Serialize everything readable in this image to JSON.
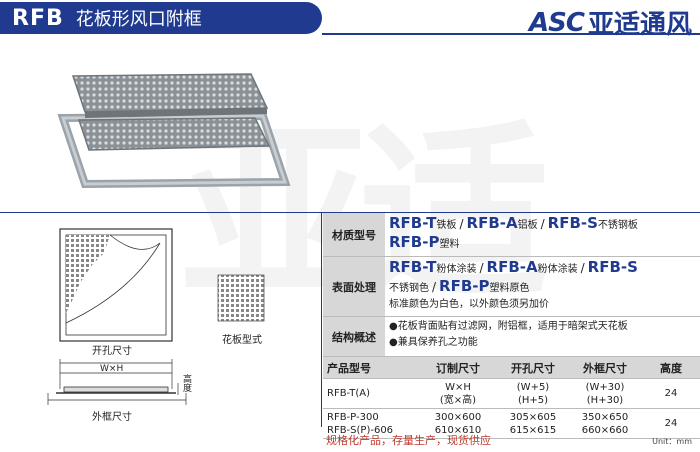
{
  "header": {
    "code": "RFB",
    "name": "花板形风口附框",
    "brand_logo": "ASC",
    "brand_name": "亚适通风"
  },
  "watermark": "亚适",
  "drawing": {
    "hole_label": "开孔尺寸",
    "hole_formula": "W×H",
    "height_label": "高度",
    "frame_label": "外框尺寸",
    "pattern_label": "花板型式"
  },
  "specs": {
    "material": {
      "label": "材质型号",
      "items": [
        {
          "code": "RFB-T",
          "desc": "铁板"
        },
        {
          "code": "RFB-A",
          "desc": "铝板"
        },
        {
          "code": "RFB-S",
          "desc": "不锈钢板"
        },
        {
          "code": "RFB-P",
          "desc": "塑料"
        }
      ]
    },
    "surface": {
      "label": "表面处理",
      "items": [
        {
          "code": "RFB-T",
          "desc": "粉体涂装"
        },
        {
          "code": "RFB-A",
          "desc": "粉体涂装"
        },
        {
          "code": "RFB-S",
          "desc": "不锈钢色"
        },
        {
          "code": "RFB-P",
          "desc": "塑料原色"
        }
      ],
      "note": "标准颜色为白色，以外颜色须另加价"
    },
    "structure": {
      "label": "结构概述",
      "lines": [
        "●花板背面贴有过滤网，附铝框，适用于暗架式天花板",
        "●兼具保养孔之功能"
      ]
    }
  },
  "sizes": {
    "headers": [
      "产品型号",
      "订制尺寸",
      "开孔尺寸",
      "外框尺寸",
      "高度"
    ],
    "rows": [
      {
        "model": [
          "RFB-T(A)"
        ],
        "custom": [
          "W×H",
          "(宽×高)"
        ],
        "hole": [
          "(W+5)",
          "(H+5)"
        ],
        "frame": [
          "(W+30)",
          "(H+30)"
        ],
        "height": "24"
      },
      {
        "model": [
          "RFB-P-300",
          "RFB-S(P)-606"
        ],
        "custom": [
          "300×600",
          "610×610"
        ],
        "hole": [
          "305×605",
          "615×615"
        ],
        "frame": [
          "350×650",
          "660×660"
        ],
        "height": "24"
      }
    ]
  },
  "footer": {
    "note": "规格化产品，存量生产，现货供应",
    "unit": "Unit：mm"
  }
}
